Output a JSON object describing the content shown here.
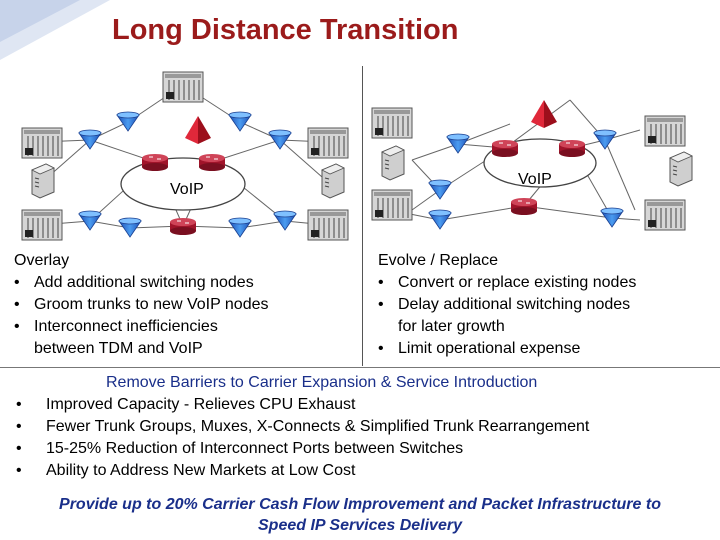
{
  "title": "Long Distance Transition",
  "diagram": {
    "left_label": "VoIP",
    "right_label": "VoIP"
  },
  "left_column": {
    "heading": "Overlay",
    "bullets": [
      "Add additional switching nodes",
      "Groom trunks to new VoIP nodes",
      "Interconnect inefficiencies"
    ],
    "continuation": "between TDM and VoIP"
  },
  "right_column": {
    "heading": "Evolve / Replace",
    "bullets": [
      "Convert or replace existing nodes",
      "Delay additional switching nodes"
    ],
    "continuation": "for later growth",
    "last_bullet": "Limit operational expense"
  },
  "benefits": {
    "heading": "Remove Barriers to Carrier Expansion & Service Introduction",
    "bullets": [
      "Improved Capacity - Relieves CPU Exhaust",
      "Fewer Trunk Groups, Muxes, X-Connects & Simplified Trunk Rearrangement",
      "15-25% Reduction of Interconnect Ports between Switches",
      "Ability to Address New Markets at Low Cost"
    ]
  },
  "footer": {
    "line1": "Provide up to 20% Carrier Cash Flow Improvement and Packet Infrastructure to",
    "line2": "Speed IP Services Delivery"
  },
  "colors": {
    "title": "#9b1b1b",
    "accent": "#1a2f8a",
    "cone": "#2f7fe0",
    "pyramid": "#c0141e",
    "router": "#a0142a"
  }
}
